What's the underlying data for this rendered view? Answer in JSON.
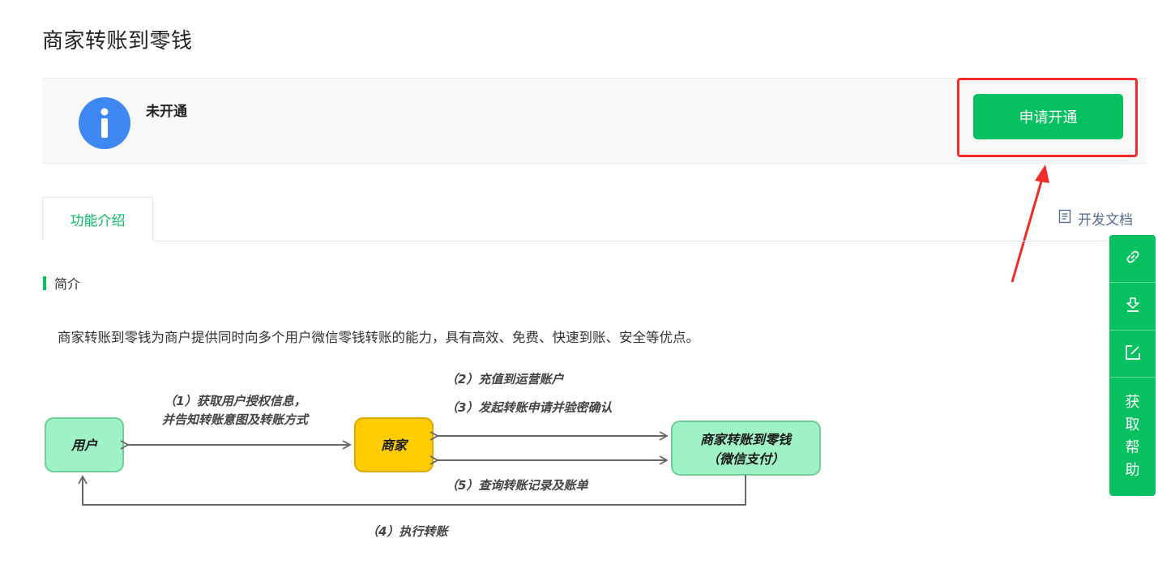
{
  "page": {
    "title": "商家转账到零钱"
  },
  "status": {
    "text": "未开通",
    "apply_label": "申请开通",
    "icon": "info-icon"
  },
  "tabs": [
    {
      "label": "功能介绍",
      "active": true
    }
  ],
  "doc_link": {
    "label": "开发文档",
    "icon": "document-icon"
  },
  "section": {
    "heading": "简介",
    "intro": "商家转账到零钱为商户提供同时向多个用户微信零钱转账的能力，具有高效、免费、快速到账、安全等优点。"
  },
  "diagram": {
    "nodes": {
      "user": "用户",
      "merchant": "商家",
      "service_line1": "商家转账到零钱",
      "service_line2": "（微信支付）"
    },
    "steps": {
      "s1_line1": "（1）获取用户授权信息，",
      "s1_line2": "并告知转账意图及转账方式",
      "s2": "（2）充值到运营账户",
      "s3": "（3）发起转账申请并验密确认",
      "s4": "（4）执行转账",
      "s5": "（5）查询转账记录及账单"
    },
    "colors": {
      "node_green": "#9ff2c6",
      "node_green_border": "#6fcf97",
      "node_yellow": "#ffcc00",
      "node_yellow_border": "#e0a800",
      "arrow": "#666666"
    }
  },
  "side_toolbar": {
    "tools": [
      {
        "name": "link-icon"
      },
      {
        "name": "download-icon"
      },
      {
        "name": "edit-icon"
      }
    ],
    "help_label": "获取帮助",
    "help_chars": [
      "获",
      "取",
      "帮",
      "助"
    ]
  },
  "colors": {
    "brand_green": "#07c160",
    "info_blue": "#3f88f4",
    "highlight_red": "#f32a2a",
    "link_color": "#576b95"
  }
}
